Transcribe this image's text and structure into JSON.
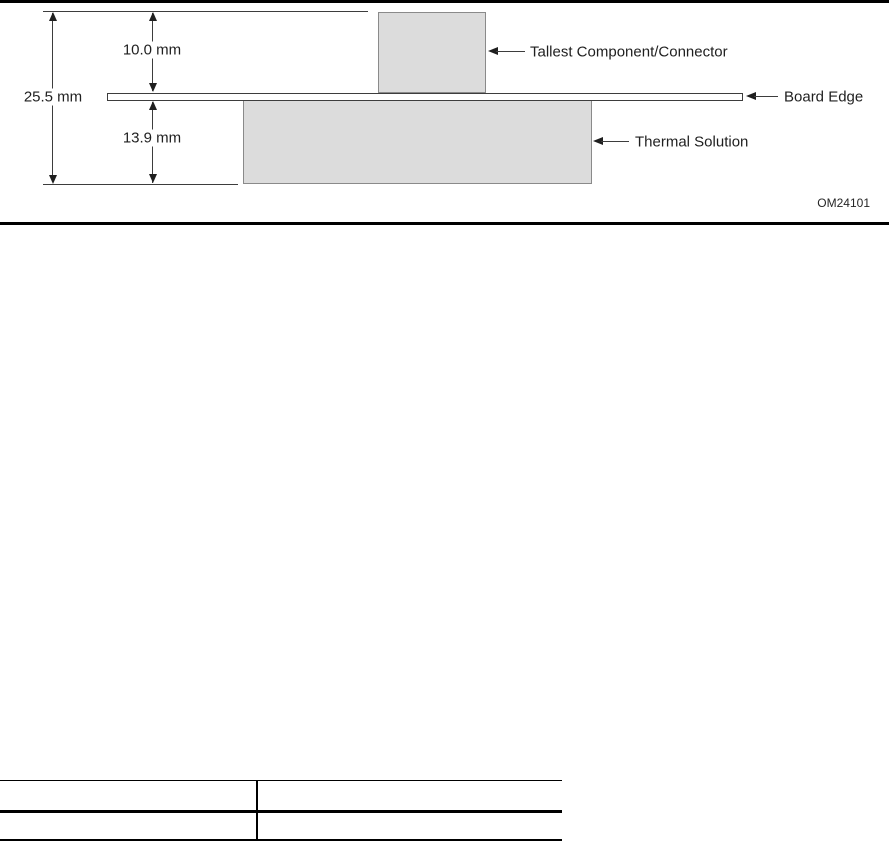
{
  "figure": {
    "dimensions": {
      "overall_height": "25.5 mm",
      "above_board": "10.0 mm",
      "below_board": "13.9 mm"
    },
    "callouts": {
      "tallest_component": "Tallest Component/Connector",
      "board_edge": "Board Edge",
      "thermal_solution": "Thermal Solution"
    },
    "figure_code": "OM24101"
  },
  "colors": {
    "component_fill": "#dcdcdc",
    "component_border": "#8a8a8a",
    "line": "#3d3d3d",
    "rule": "#000000",
    "text": "#1f1f1f"
  },
  "bottom_table": {
    "rows": 2,
    "columns": 2,
    "cell_values": [
      "",
      "",
      "",
      ""
    ]
  }
}
